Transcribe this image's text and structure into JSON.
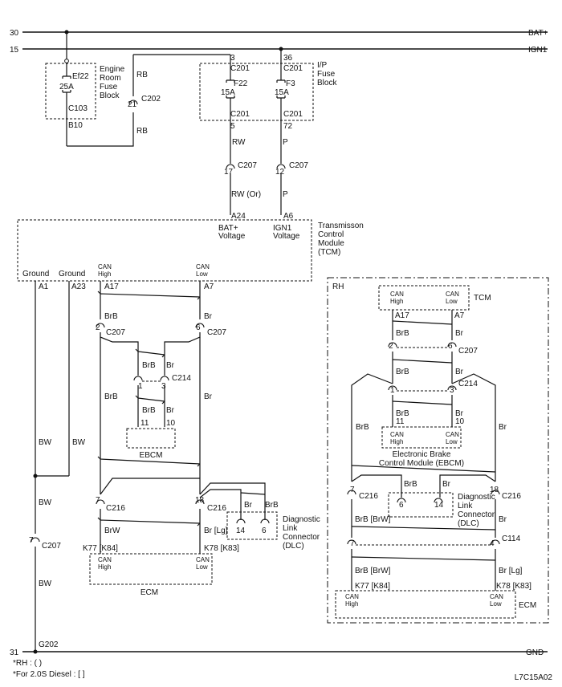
{
  "rails": {
    "bat_num": "30",
    "bat_label": "BAT+",
    "ign_num": "15",
    "ign_label": "IGN1",
    "gnd_num": "31",
    "gnd_label": "GND"
  },
  "engine_fuse": {
    "name": "Ef22",
    "rating": "25A",
    "connector": "C103",
    "pin": "B10",
    "block_label": [
      "Engine",
      "Room",
      "Fuse",
      "Block"
    ]
  },
  "ip_fuse": {
    "block_label": [
      "I/P",
      "Fuse",
      "Block"
    ],
    "f22": {
      "name": "F22",
      "rating": "15A",
      "top_pin": "3",
      "top_conn": "C201",
      "bot_conn": "C201",
      "bot_pin": "5"
    },
    "f3": {
      "name": "F3",
      "rating": "15A",
      "top_pin": "36",
      "top_conn": "C201",
      "bot_conn": "C201",
      "bot_pin": "72"
    }
  },
  "wires": {
    "rb": "RB",
    "rw": "RW",
    "p": "P",
    "rw_or": "RW (Or)",
    "brb": "BrB",
    "br": "Br",
    "bw": "BW",
    "brw": "BrW",
    "br_lg": "Br [Lg]",
    "brb_brw": "BrB [BrW]"
  },
  "connectors": {
    "c202": "C202",
    "c202_pin": "21",
    "c207": "C207",
    "c207_pin17": "17",
    "c207_pin12": "12",
    "c207_pin2": "2",
    "c207_pin6": "6",
    "c207_pin7": "7",
    "c214": "C214",
    "c214_pin1": "1",
    "c214_pin3": "3",
    "c216": "C216",
    "c216_pin7": "7",
    "c216_pin18": "18",
    "c114": "C114",
    "c114_pin7": "7",
    "c114_pin4": "4",
    "g202": "G202"
  },
  "tcm": {
    "label": [
      "Transmisson",
      "Control",
      "Module",
      "(TCM)"
    ],
    "pin_a24": "A24",
    "bat_voltage": [
      "BAT+",
      "Voltage"
    ],
    "pin_a6": "A6",
    "ign_voltage": [
      "IGN1",
      "Voltage"
    ],
    "ground1": "Ground",
    "ground2": "Ground",
    "pin_a1": "A1",
    "pin_a23": "A23",
    "can_high": [
      "CAN",
      "High"
    ],
    "can_low": [
      "CAN",
      "Low"
    ],
    "pin_a17": "A17",
    "pin_a7": "A7"
  },
  "ebcm": {
    "label": "EBCM",
    "pin11": "11",
    "pin10": "10",
    "full_label": [
      "Electronic Brake",
      "Control Module (EBCM)"
    ]
  },
  "dlc": {
    "pin14": "14",
    "pin6": "6",
    "label": [
      "Diagnostic",
      "Link",
      "Connector",
      "(DLC)"
    ]
  },
  "ecm": {
    "label": "ECM",
    "pin_k77": "K77 [K84]",
    "pin_k78": "K78 [K83]"
  },
  "rh": {
    "label": "RH",
    "tcm_label": "TCM"
  },
  "notes": [
    "*RH : ( )",
    "*For 2.0S Diesel : [ ]"
  ],
  "figure_code": "L7C15A02"
}
